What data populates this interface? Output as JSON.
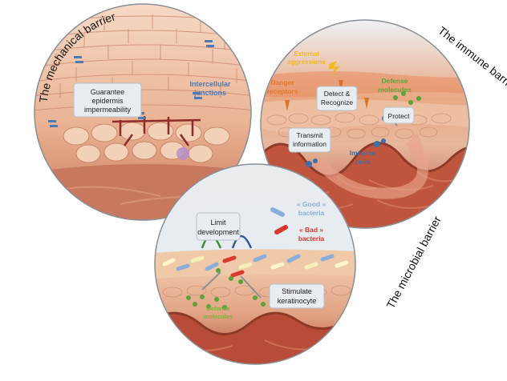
{
  "barriers": {
    "mechanical": {
      "title": "The mechanical barrier",
      "box_impermeability": "Guarantee epidermis impermeability",
      "junctions_label": "Intercellular junctions"
    },
    "immune": {
      "title": "The immune barrier",
      "external_aggressions": "External aggressions",
      "danger_receptors": "Danger receptors",
      "detect_recognize": "Detect & Recognize",
      "defense_molecules": "Defense molecules",
      "protect": "Protect",
      "transmit_information": "Transmit information",
      "immune_cells": "Immune cells"
    },
    "microbial": {
      "title": "The microbial barrier",
      "limit_development": "Limit development",
      "good_bacteria_quote": "« Good »",
      "good_bacteria_word": "bacteria",
      "bad_bacteria_quote": "« Bad »",
      "bad_bacteria_word": "bacteria",
      "stimulate_keratinocyte": "Stimulate keratinocyte",
      "defense_molecules": "Defense molecules"
    }
  },
  "colors": {
    "skin_light": "#f2c7a8",
    "skin_mid": "#e4a07d",
    "skin_dark": "#c76a4c",
    "dermis": "#b54a36",
    "circle_border": "#8a8f96",
    "box_fill": "#e8edf2",
    "junction_blue": "#4a7ab8",
    "aggression_yellow": "#f2b824",
    "danger_orange": "#e0782c",
    "defense_green": "#5aa33a",
    "immune_blue": "#3d6fa8",
    "good_blue": "#8aaedb",
    "bad_red": "#d9382e"
  }
}
